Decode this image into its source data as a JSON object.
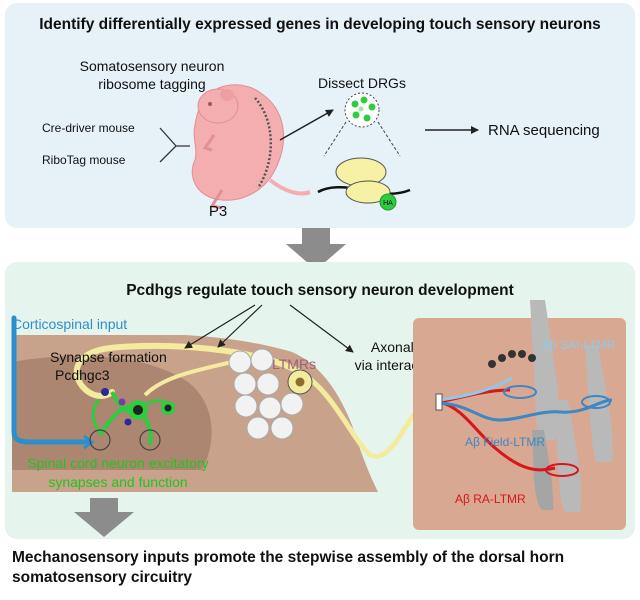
{
  "top_panel": {
    "title": "Identify differentially expressed genes in developing touch sensory neurons",
    "tagging_line1": "Somatosensory neuron",
    "tagging_line2": "ribosome tagging",
    "cre_label": "Cre-driver mouse",
    "ribotag_label": "RiboTag mouse",
    "age_label": "P3",
    "dissect_label": "Dissect DRGs",
    "ha_label": "HA",
    "rnaseq_label": "RNA sequencing"
  },
  "bottom_panel": {
    "title": "Pcdhgs regulate touch sensory neuron development",
    "corticospinal_label": "Corticospinal input",
    "synapse_label": "Synapse formation",
    "pcdhgc3_label": "Pcdhgc3",
    "ltmrs_label": "LTMRs",
    "axonal_line1": "Axonal branching",
    "axonal_line2": "via interaction with glia",
    "sai_label": "Aβ SAI-LTMR",
    "field_label": "Aβ Field-LTMR",
    "ra_label": "Aβ RA-LTMR",
    "spinal_line1": "Spinal cord neuron excitatory",
    "spinal_line2": "synapses and function"
  },
  "conclusion": {
    "line1": "Mechanosensory inputs promote the stepwise assembly of the dorsal horn",
    "line2": "somatosensory circuitry"
  },
  "colors": {
    "top_bg": "#e6f1f8",
    "bottom_bg": "#e6f4ee",
    "mouse": "#f4aeb0",
    "gray_arrow": "#8c8c8c",
    "corticospinal": "#2b8fcf",
    "excitatory": "#22c322",
    "ra_fiber": "#d8161b",
    "field_fiber": "#3d87c4",
    "sai_fiber": "#8ecae8",
    "sensory_fiber": "#f3eba0",
    "skin": "#d9a892",
    "spinal": "#c9a28c"
  }
}
